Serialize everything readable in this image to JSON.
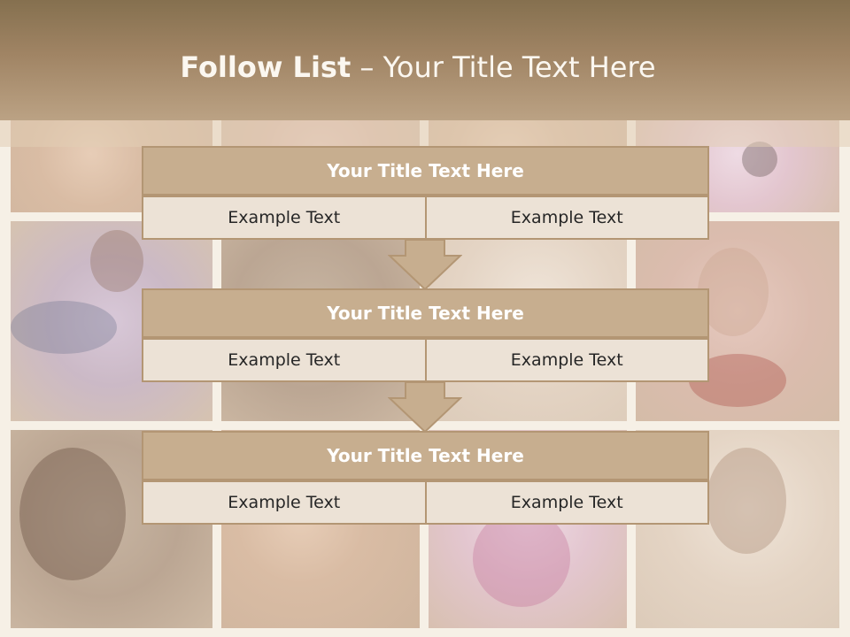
{
  "slide": {
    "title_bold": "Follow List",
    "title_rest": " – Your Title Text Here"
  },
  "steps": [
    {
      "title": "Your Title Text Here",
      "left": "Example Text",
      "right": "Example Text"
    },
    {
      "title": "Your Title Text Here",
      "left": "Example Text",
      "right": "Example Text"
    },
    {
      "title": "Your Title Text Here",
      "left": "Example Text",
      "right": "Example Text"
    }
  ],
  "colors": {
    "header": "#a08464",
    "block_title": "#c7ae8f",
    "block_border": "#b39674",
    "cell": "#ece2d6",
    "arrow": "#c7ae8f"
  }
}
